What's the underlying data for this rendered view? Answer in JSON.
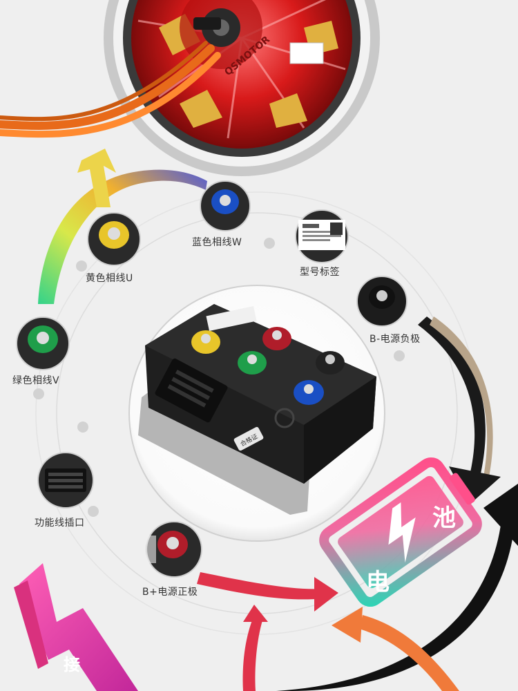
{
  "components": {
    "phase_w": {
      "label": "蓝色相线W",
      "color": "#1a4fc4",
      "icon": "blue-terminal-icon"
    },
    "model_label": {
      "label": "型号标签",
      "icon": "model-label-sticker-icon"
    },
    "battery_negative": {
      "label": "B-电源负极",
      "color": "#222222",
      "icon": "black-terminal-icon"
    },
    "phase_u": {
      "label": "黄色相线U",
      "color": "#e8c52a",
      "icon": "yellow-terminal-icon"
    },
    "phase_v": {
      "label": "绿色相线V",
      "color": "#1f9e4a",
      "icon": "green-terminal-icon"
    },
    "function_port": {
      "label": "功能线插口",
      "icon": "connector-port-icon"
    },
    "battery_positive": {
      "label": "B+电源正极",
      "color": "#b01d2a",
      "icon": "red-terminal-icon"
    }
  },
  "battery": {
    "char_top": "池",
    "char_bottom": "电",
    "icon": "battery-icon"
  },
  "corner_badge": {
    "char": "接"
  },
  "controller": {
    "icon": "motor-controller-icon",
    "badge_text": "合格证"
  },
  "motor": {
    "icon": "hub-motor-icon",
    "brand_text": "QSMOTOR"
  },
  "colors": {
    "background": "#efefef",
    "arrow_dark": "#1a1a1a",
    "arrow_red": "#e0334a",
    "arrow_orange": "#f07a3a",
    "battery_teal": "#2fd3b5",
    "battery_pink": "#ff4f8a"
  }
}
